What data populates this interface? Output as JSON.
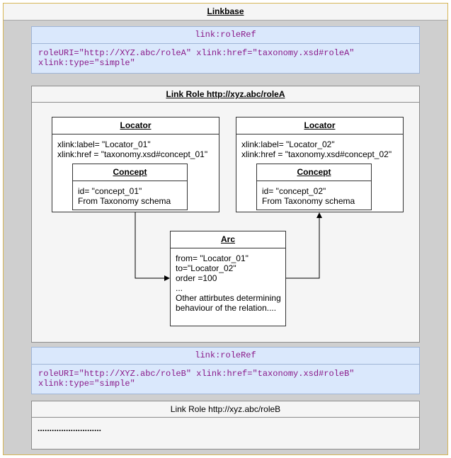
{
  "linkbase": {
    "title": "Linkbase"
  },
  "roleref_a": {
    "title": "link:roleRef",
    "line1": "roleURI=\"http://XYZ.abc/roleA\" xlink:href=\"taxonomy.xsd#roleA\"",
    "line2": "xlink:type=\"simple\""
  },
  "linkrole_a": {
    "title": "Link Role http://xyz.abc/roleA",
    "locator1": {
      "title": "Locator",
      "label": "xlink:label= \"Locator_01\"",
      "href": "xlink:href = \"taxonomy.xsd#concept_01\"",
      "concept": {
        "title": "Concept",
        "id": "id= \"concept_01\"",
        "source": "From Taxonomy schema"
      }
    },
    "locator2": {
      "title": "Locator",
      "label": "xlink:label= \"Locator_02\"",
      "href": "xlink:href = \"taxonomy.xsd#concept_02\"",
      "concept": {
        "title": "Concept",
        "id": "id= \"concept_02\"",
        "source": "From Taxonomy schema"
      }
    },
    "arc": {
      "title": "Arc",
      "lines": [
        "from= \"Locator_01\"",
        "to=\"Locator_02\"",
        "order =100",
        "...",
        "Other attirbutes determining",
        "behaviour of the relation...."
      ]
    }
  },
  "roleref_b": {
    "title": "link:roleRef",
    "line1": "roleURI=\"http://XYZ.abc/roleB\" xlink:href=\"taxonomy.xsd#roleB\"",
    "line2": "xlink:type=\"simple\""
  },
  "linkrole_b": {
    "title": "Link Role http://xyz.abc/roleB",
    "body": "..........................."
  }
}
